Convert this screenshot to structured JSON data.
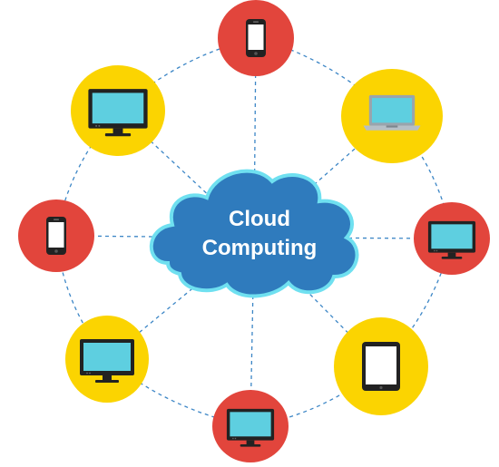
{
  "diagram": {
    "center": {
      "lines": [
        "Cloud",
        "Computing"
      ]
    },
    "nodes": [
      {
        "id": "top-smartphone",
        "device": "smartphone",
        "icon": "smartphone-icon",
        "color": "red"
      },
      {
        "id": "upper-right-laptop",
        "device": "laptop",
        "icon": "laptop-icon",
        "color": "yellow"
      },
      {
        "id": "right-monitor",
        "device": "monitor",
        "icon": "monitor-icon",
        "color": "red"
      },
      {
        "id": "lower-right-tablet",
        "device": "tablet",
        "icon": "tablet-icon",
        "color": "yellow"
      },
      {
        "id": "bottom-monitor",
        "device": "monitor",
        "icon": "monitor-icon",
        "color": "red"
      },
      {
        "id": "lower-left-monitor",
        "device": "monitor",
        "icon": "monitor-icon",
        "color": "yellow"
      },
      {
        "id": "left-smartphone",
        "device": "smartphone",
        "icon": "smartphone-icon",
        "color": "red"
      },
      {
        "id": "upper-left-monitor",
        "device": "monitor",
        "icon": "monitor-icon",
        "color": "yellow"
      }
    ]
  },
  "colors": {
    "red": "#e2453c",
    "yellow": "#fbd401",
    "cloud_fill": "#2f7bbd",
    "cloud_outline": "#6fe0f0",
    "connector": "#3c86c6",
    "screen": "#5ecfe0",
    "device_body": "#222222",
    "laptop_body": "#9aa4ac",
    "text": "#ffffff"
  }
}
